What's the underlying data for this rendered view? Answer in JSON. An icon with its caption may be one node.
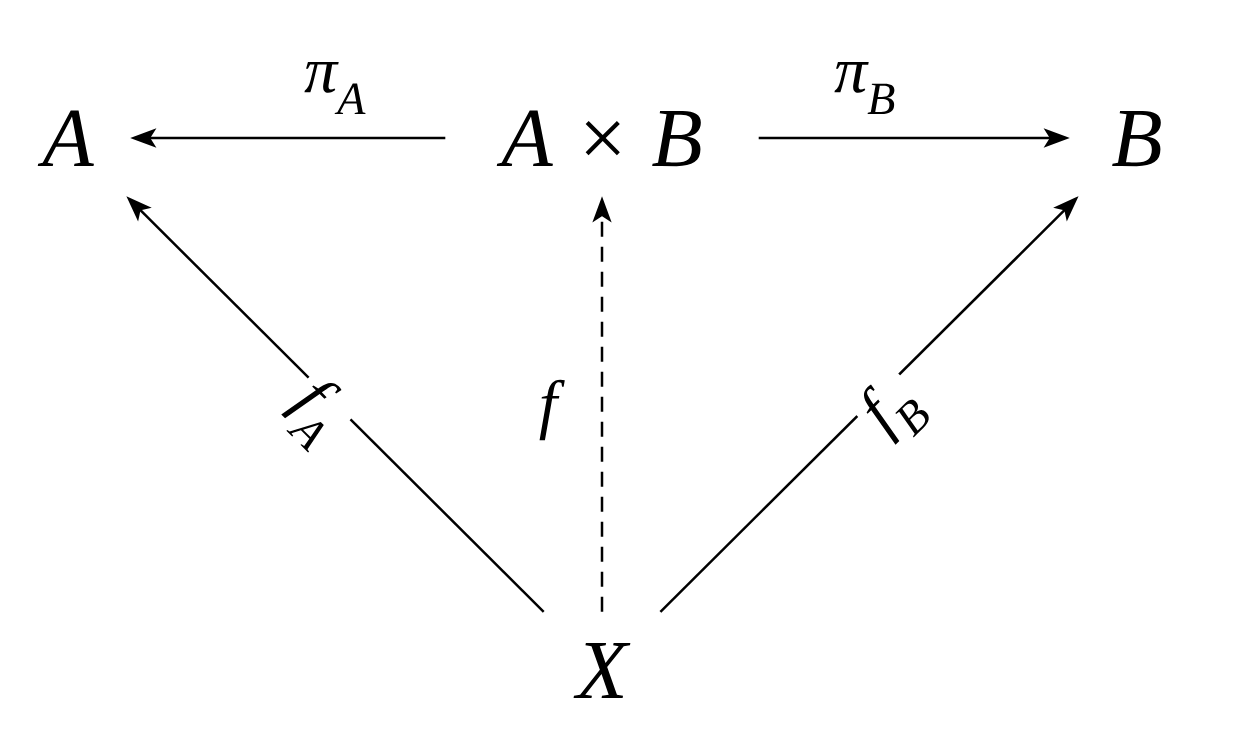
{
  "diagram": {
    "nodes": [
      {
        "text": [
          "A"
        ]
      },
      {
        "text": [
          "A × B"
        ]
      },
      {
        "text": [
          "B"
        ]
      },
      {
        "text": [
          "X"
        ]
      }
    ],
    "edges": [
      {
        "from": 1,
        "to": 0,
        "arrow": "to",
        "label": "π$_{A}$"
      },
      {
        "from": 1,
        "to": 2,
        "arrow": "to",
        "label": "π$_{B}$"
      },
      {
        "from": 3,
        "to": 0,
        "arrow": "to",
        "label": "f$_{A}$"
      },
      {
        "from": 3,
        "to": 1,
        "arrow": "to",
        "label": "f",
        "style": "dashed"
      },
      {
        "from": 3,
        "to": 2,
        "arrow": "to",
        "label": "f$_{B}$"
      }
    ]
  }
}
